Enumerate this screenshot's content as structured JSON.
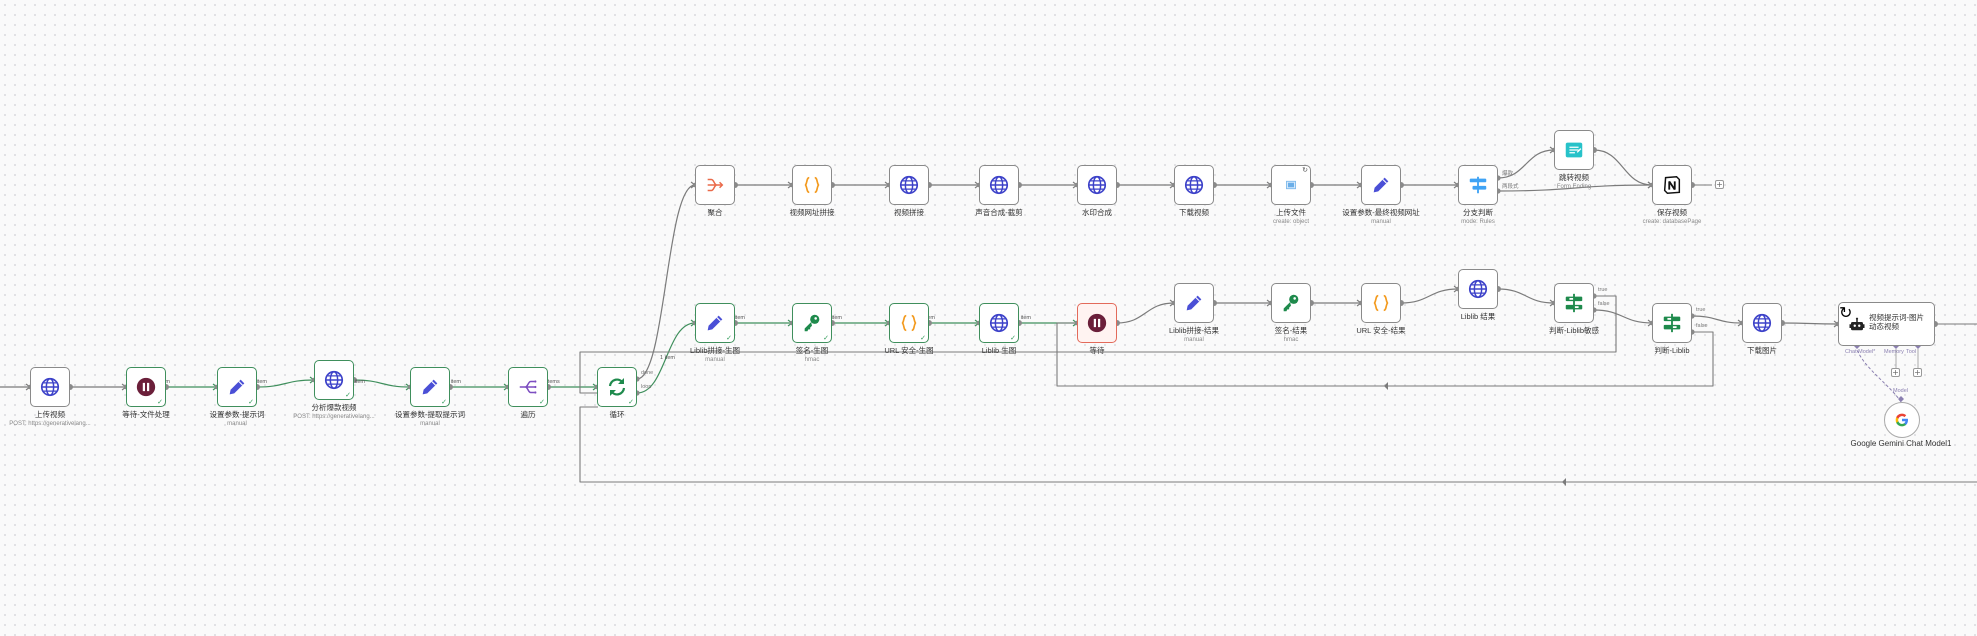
{
  "colors": {
    "edge": "#7b7b7b",
    "success": "#3f8f5c",
    "error": "#e36a5a",
    "http": "#3d42c9",
    "set": "#4a4fd6",
    "pause": "#6b1f3a",
    "code": "#f39a1e",
    "crypto": "#1e8a4c",
    "switch": "#3fa3f5",
    "sticky": "#27c2c9",
    "aggregate": "#ea6a4a",
    "split": "#7b4cc0",
    "agentPort": "#8a7fb0"
  },
  "nodes": {
    "upload_video": {
      "label": "上传视频",
      "sub": "POST: https://generativelang..."
    },
    "wait_file": {
      "label": "等待-文件处理"
    },
    "set_prompt": {
      "label": "设置参数-提示词",
      "sub": "manual"
    },
    "analyze_video": {
      "label": "分析爆款视频",
      "sub": "POST: https://generativelang..."
    },
    "set_extract": {
      "label": "设置参数-提取提示词",
      "sub": "manual"
    },
    "iterate": {
      "label": "遍历"
    },
    "loop": {
      "label": "循环"
    },
    "aggregate": {
      "label": "聚合"
    },
    "video_url_concat": {
      "label": "视频网址拼接"
    },
    "video_concat": {
      "label": "视频拼接"
    },
    "voice_compose": {
      "label": "声音合成-截剪"
    },
    "watermark": {
      "label": "水印合成"
    },
    "download_video": {
      "label": "下载视频"
    },
    "upload_file": {
      "label": "上传文件",
      "sub": "create: object"
    },
    "set_final_url": {
      "label": "设置参数-最终视频网址",
      "sub": "manual"
    },
    "branch_check": {
      "label": "分支判断",
      "sub": "mode: Rules"
    },
    "jump_video": {
      "label": "跳转视频",
      "sub": "Form Ending"
    },
    "save_video": {
      "label": "保存视频",
      "sub": "create: databasePage"
    },
    "liblib_concat_gen": {
      "label": "Liblib拼接-生图",
      "sub": "manual"
    },
    "sign_gen": {
      "label": "签名-生图",
      "sub": "hmac"
    },
    "url_safe_gen": {
      "label": "URL 安全-生图"
    },
    "liblib_gen": {
      "label": "Liblib 生图"
    },
    "wait": {
      "label": "等待"
    },
    "liblib_concat_result": {
      "label": "Liblib拼接-结果",
      "sub": "manual"
    },
    "sign_result": {
      "label": "签名-结果",
      "sub": "hmac"
    },
    "url_safe_result": {
      "label": "URL 安全-结果"
    },
    "liblib_result": {
      "label": "Liblib 结果"
    },
    "judge_sensitive": {
      "label": "判断-Liblib敏感"
    },
    "judge_liblib": {
      "label": "判断-Liblib"
    },
    "download_image": {
      "label": "下载图片"
    },
    "agent": {
      "label": "视频提示词-图片动态视频"
    },
    "gemini": {
      "label": "Google Gemini Chat Model1"
    }
  },
  "edge_labels": {
    "one_item": "1 item",
    "four_items": "4 items"
  },
  "ports": {
    "done": "done",
    "loop": "loop",
    "true": "true",
    "false": "false",
    "branch_a": "爆款",
    "branch_b": "两段式"
  },
  "agent_ports": {
    "chat_model": "Chat Model*",
    "memory": "Memory",
    "tool": "Tool",
    "model": "Model"
  },
  "add_button": "+"
}
